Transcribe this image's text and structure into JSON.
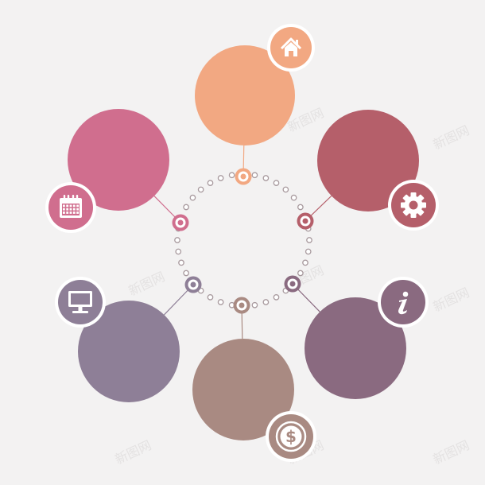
{
  "diagram": {
    "hub": {
      "dot_count": 36
    },
    "nodes": [
      {
        "id": "home",
        "icon": "home-icon",
        "color": "#f2a882",
        "label": ""
      },
      {
        "id": "settings",
        "icon": "gear-icon",
        "color": "#b55f6a",
        "label": ""
      },
      {
        "id": "info",
        "icon": "info-icon",
        "color": "#8a6a80",
        "label": ""
      },
      {
        "id": "finance",
        "icon": "dollar-icon",
        "color": "#a98a82",
        "label": ""
      },
      {
        "id": "computer",
        "icon": "monitor-icon",
        "color": "#8e7f97",
        "label": ""
      },
      {
        "id": "calendar",
        "icon": "calendar-icon",
        "color": "#d06e8e",
        "label": ""
      }
    ]
  },
  "watermark": {
    "text": "新图网"
  }
}
